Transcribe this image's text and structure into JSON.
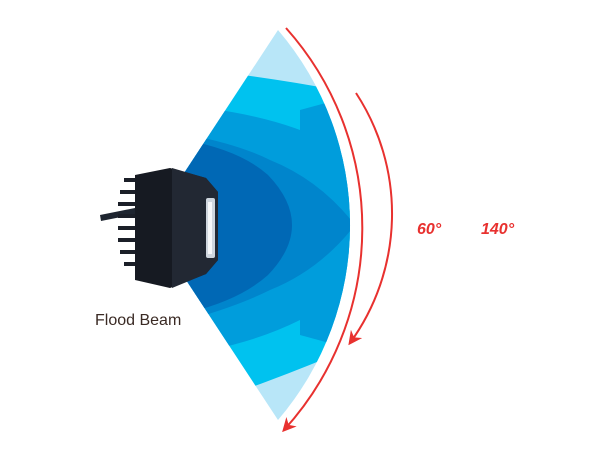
{
  "diagram": {
    "title": "Flood Beam",
    "beam_label": "Flood Beam",
    "angles": {
      "inner": "60°",
      "outer": "140°"
    },
    "colors": {
      "zone_darkest": "#0068b5",
      "zone_dark": "#0085cc",
      "zone_mid": "#009ddc",
      "zone_cyan": "#00c2ef",
      "zone_light": "#b8e6f8",
      "zone_steel": "#6ba5d8",
      "arrow_red": "#e8312f",
      "housing": "#1b1f28"
    }
  }
}
